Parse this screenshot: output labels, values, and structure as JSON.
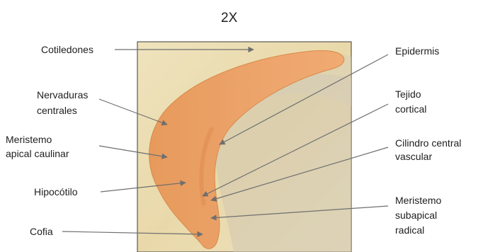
{
  "title": "2X",
  "labels": {
    "cotiledones": "Cotiledones",
    "nervaduras": [
      "Nervaduras",
      "centrales"
    ],
    "meristemo_apical": [
      "Meristemo",
      "apical caulinar"
    ],
    "hipocotilo": "Hipocótilo",
    "cofia": "Cofia",
    "epidermis": "Epidermis",
    "tejido_cortical": [
      "Tejido",
      "cortical"
    ],
    "cilindro_central": [
      "Cilindro central",
      "vascular"
    ],
    "meristemo_subapical": [
      "Meristemo",
      "subapical",
      "radical"
    ]
  },
  "colors": {
    "embryo": "#eba066",
    "embryo_edge": "#d98a4a",
    "background_tint": "#ecdcae",
    "frame": "#3a3a3a",
    "arrows": "#7a7a7a"
  }
}
